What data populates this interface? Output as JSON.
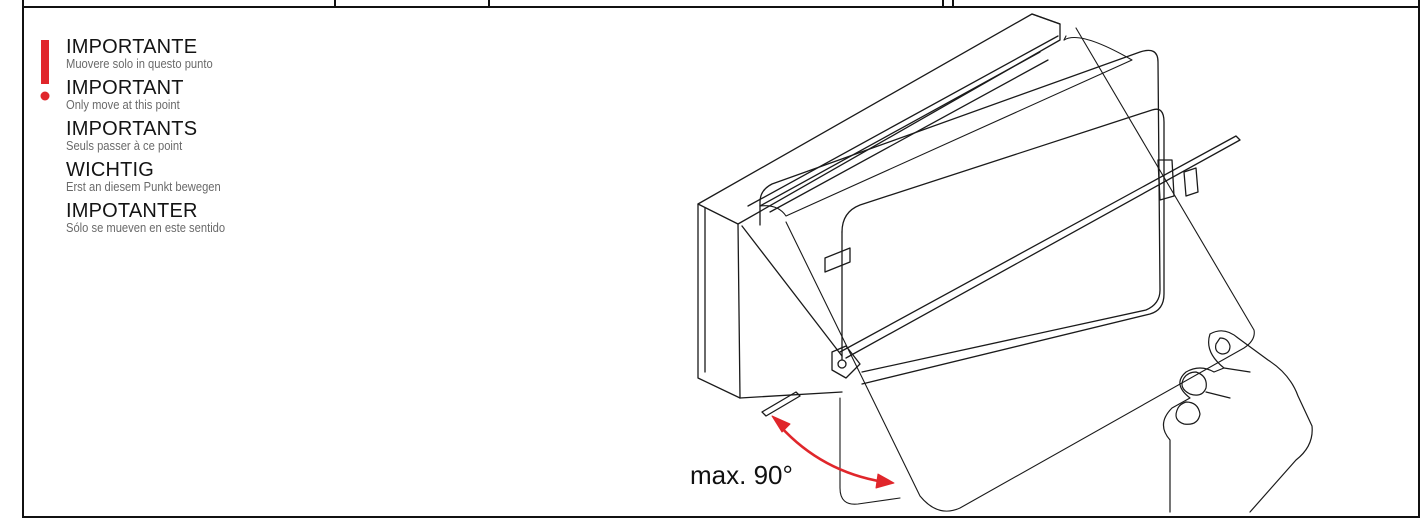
{
  "notes": [
    {
      "title": "IMPORTANTE",
      "text": "Muovere solo in questo punto"
    },
    {
      "title": "IMPORTANT",
      "text": "Only move at this point"
    },
    {
      "title": "IMPORTANTS",
      "text": "Seuls passer à ce point"
    },
    {
      "title": "WICHTIG",
      "text": "Erst an diesem Punkt bewegen"
    },
    {
      "title": "IMPOTANTER",
      "text": "Sólo se mueven en este sentido"
    }
  ],
  "drawing": {
    "angle_label": "max. 90°",
    "accent_color": "#e0262b",
    "line_color": "#1a1a1a",
    "warning_icon": "exclamation-icon"
  }
}
